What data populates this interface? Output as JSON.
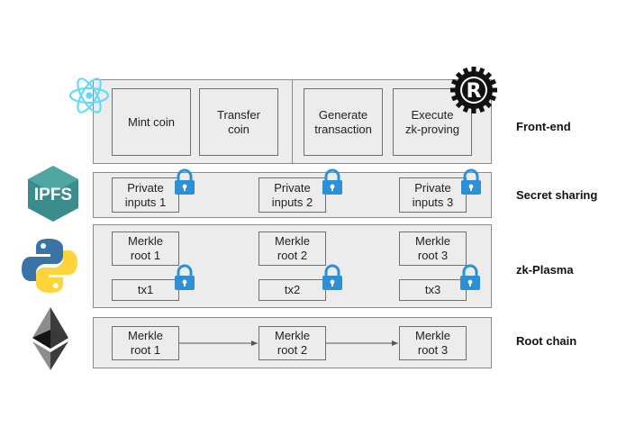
{
  "layers": {
    "frontend": {
      "label": "Front-end",
      "boxes": [
        "Mint coin",
        "Transfer\ncoin",
        "Generate\ntransaction",
        "Execute\nzk-proving"
      ]
    },
    "secret": {
      "label": "Secret sharing",
      "boxes": [
        "Private\ninputs 1",
        "Private\ninputs 2",
        "Private\ninputs 3"
      ]
    },
    "plasma": {
      "label": "zk-Plasma",
      "roots": [
        "Merkle\nroot 1",
        "Merkle\nroot 2",
        "Merkle\nroot 3"
      ],
      "txs": [
        "tx1",
        "tx2",
        "tx3"
      ]
    },
    "rootchain": {
      "label": "Root chain",
      "roots": [
        "Merkle\nroot 1",
        "Merkle\nroot 2",
        "Merkle\nroot 3"
      ]
    }
  },
  "logos": {
    "react": "react-logo",
    "rust": "rust-logo",
    "rust_letter": "R",
    "ipfs": "ipfs-logo",
    "ipfs_text": "IPFS",
    "python": "python-logo",
    "ethereum": "ethereum-logo"
  },
  "colors": {
    "lock": "#2d8fd6",
    "react": "#61dafb",
    "ipfs": "#3b8d8d",
    "python_blue": "#3a73a6",
    "python_yellow": "#ffd43b"
  }
}
